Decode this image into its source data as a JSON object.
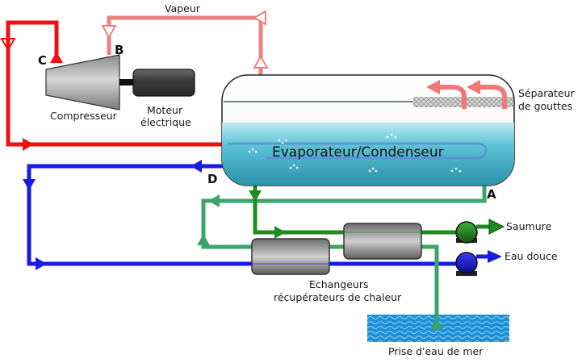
{
  "labels": {
    "vapor": "Vapeur",
    "point_a": "A",
    "point_b": "B",
    "point_c": "C",
    "point_d": "D",
    "compressor": "Compresseur",
    "motor_line1": "Moteur",
    "motor_line2": "électrique",
    "separator_line1": "Séparateur",
    "separator_line2": "de gouttes",
    "evaporator": "Evaporateur/Condenseur",
    "brine": "Saumure",
    "fresh_water": "Eau douce",
    "exchangers_line1": "Echangeurs",
    "exchangers_line2": "récupérateurs de chaleur",
    "seawater_intake": "Prise d'eau de mer"
  },
  "colors": {
    "vapor_line": "#f08080",
    "hot_line": "#ee1111",
    "fresh_water_line": "#1a1ae6",
    "brine_line": "#1e8c1e",
    "seawater_line": "#3aa56a",
    "separator_arrow": "#f07878",
    "water": "#3fb3c9",
    "sea": "#1e90d6"
  },
  "icons": {
    "compressor": "compressor-icon",
    "motor": "motor-icon",
    "pump_brine": "pump-icon",
    "pump_fresh": "pump-icon",
    "heat_exchanger": "heat-exchanger-icon",
    "droplet_separator": "mesh-separator-icon"
  }
}
